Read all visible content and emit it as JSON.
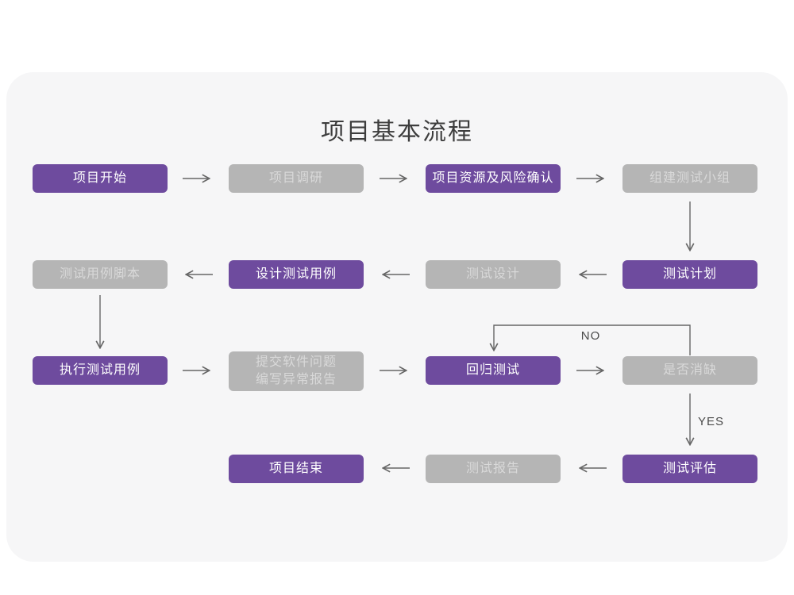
{
  "page": {
    "title": "项目基本流程",
    "background": "#ffffff",
    "card_background": "#f6f6f7"
  },
  "colors": {
    "purple_node": "#6e4b9e",
    "purple_node_text": "#ffffff",
    "gray_node": "#b5b5b5",
    "gray_node_text": "#d9d9d9",
    "arrow": "#666666",
    "title_text": "#3d3d3d"
  },
  "branch_labels": {
    "no": "NO",
    "yes": "YES"
  },
  "nodes": [
    {
      "id": "project-start",
      "label": "项目开始",
      "variant": "purple"
    },
    {
      "id": "project-survey",
      "label": "项目调研",
      "variant": "gray"
    },
    {
      "id": "project-resource-risk",
      "label": "项目资源及风险确认",
      "variant": "purple"
    },
    {
      "id": "build-test-team",
      "label": "组建测试小组",
      "variant": "gray"
    },
    {
      "id": "test-plan",
      "label": "测试计划",
      "variant": "purple"
    },
    {
      "id": "test-design",
      "label": "测试设计",
      "variant": "gray"
    },
    {
      "id": "design-test-cases",
      "label": "设计测试用例",
      "variant": "purple"
    },
    {
      "id": "test-case-script",
      "label": "测试用例脚本",
      "variant": "gray"
    },
    {
      "id": "execute-test-cases",
      "label": "执行测试用例",
      "variant": "purple"
    },
    {
      "id": "submit-issue-report",
      "label": "提交软件问题\n编写异常报告",
      "variant": "gray"
    },
    {
      "id": "regression-test",
      "label": "回归测试",
      "variant": "purple"
    },
    {
      "id": "defect-cleared",
      "label": "是否消缺",
      "variant": "gray"
    },
    {
      "id": "test-evaluation",
      "label": "测试评估",
      "variant": "purple"
    },
    {
      "id": "test-report",
      "label": "测试报告",
      "variant": "gray"
    },
    {
      "id": "project-end",
      "label": "项目结束",
      "variant": "purple"
    }
  ]
}
